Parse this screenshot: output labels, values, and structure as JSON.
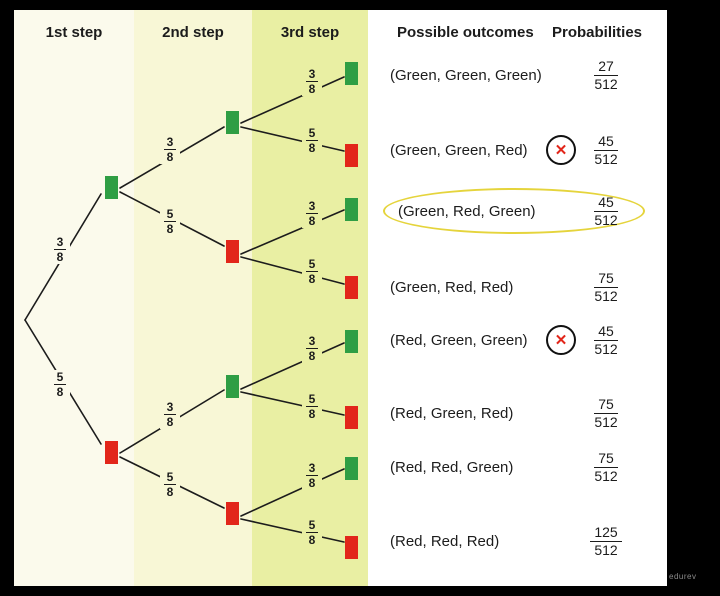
{
  "headers": {
    "step1": "1st step",
    "step2": "2nd step",
    "step3": "3rd step",
    "outcomes": "Possible outcomes",
    "probabilities": "Probabilities"
  },
  "branch_fractions": {
    "green": {
      "num": "3",
      "den": "8"
    },
    "red": {
      "num": "5",
      "den": "8"
    }
  },
  "outcomes": [
    {
      "label": "(Green, Green, Green)",
      "probability": {
        "num": "27",
        "den": "512"
      },
      "crossed_out": false,
      "highlighted": false
    },
    {
      "label": "(Green, Green, Red)",
      "probability": {
        "num": "45",
        "den": "512"
      },
      "crossed_out": true,
      "highlighted": false
    },
    {
      "label": "(Green, Red, Green)",
      "probability": {
        "num": "45",
        "den": "512"
      },
      "crossed_out": false,
      "highlighted": true
    },
    {
      "label": "(Green, Red, Red)",
      "probability": {
        "num": "75",
        "den": "512"
      },
      "crossed_out": false,
      "highlighted": false
    },
    {
      "label": "(Red, Green, Green)",
      "probability": {
        "num": "45",
        "den": "512"
      },
      "crossed_out": true,
      "highlighted": false
    },
    {
      "label": "(Red, Green, Red)",
      "probability": {
        "num": "75",
        "den": "512"
      },
      "crossed_out": false,
      "highlighted": false
    },
    {
      "label": "(Red, Red, Green)",
      "probability": {
        "num": "75",
        "den": "512"
      },
      "crossed_out": false,
      "highlighted": false
    },
    {
      "label": "(Red, Red, Red)",
      "probability": {
        "num": "125",
        "den": "512"
      },
      "crossed_out": false,
      "highlighted": false
    }
  ],
  "icons": {
    "cross": "✕"
  },
  "colors": {
    "green": "#2f9e44",
    "red": "#e2261a",
    "col1": "#fbfaec",
    "col2": "#f8f7d6",
    "col3": "#e9efa3",
    "highlight": "#e5d43c",
    "line": "#1c1c1c",
    "text": "#1c1c1c",
    "cross": "#e2261a",
    "ring": "#111111",
    "frame": "#000000",
    "paper": "#ffffff"
  },
  "watermark": "edurev"
}
